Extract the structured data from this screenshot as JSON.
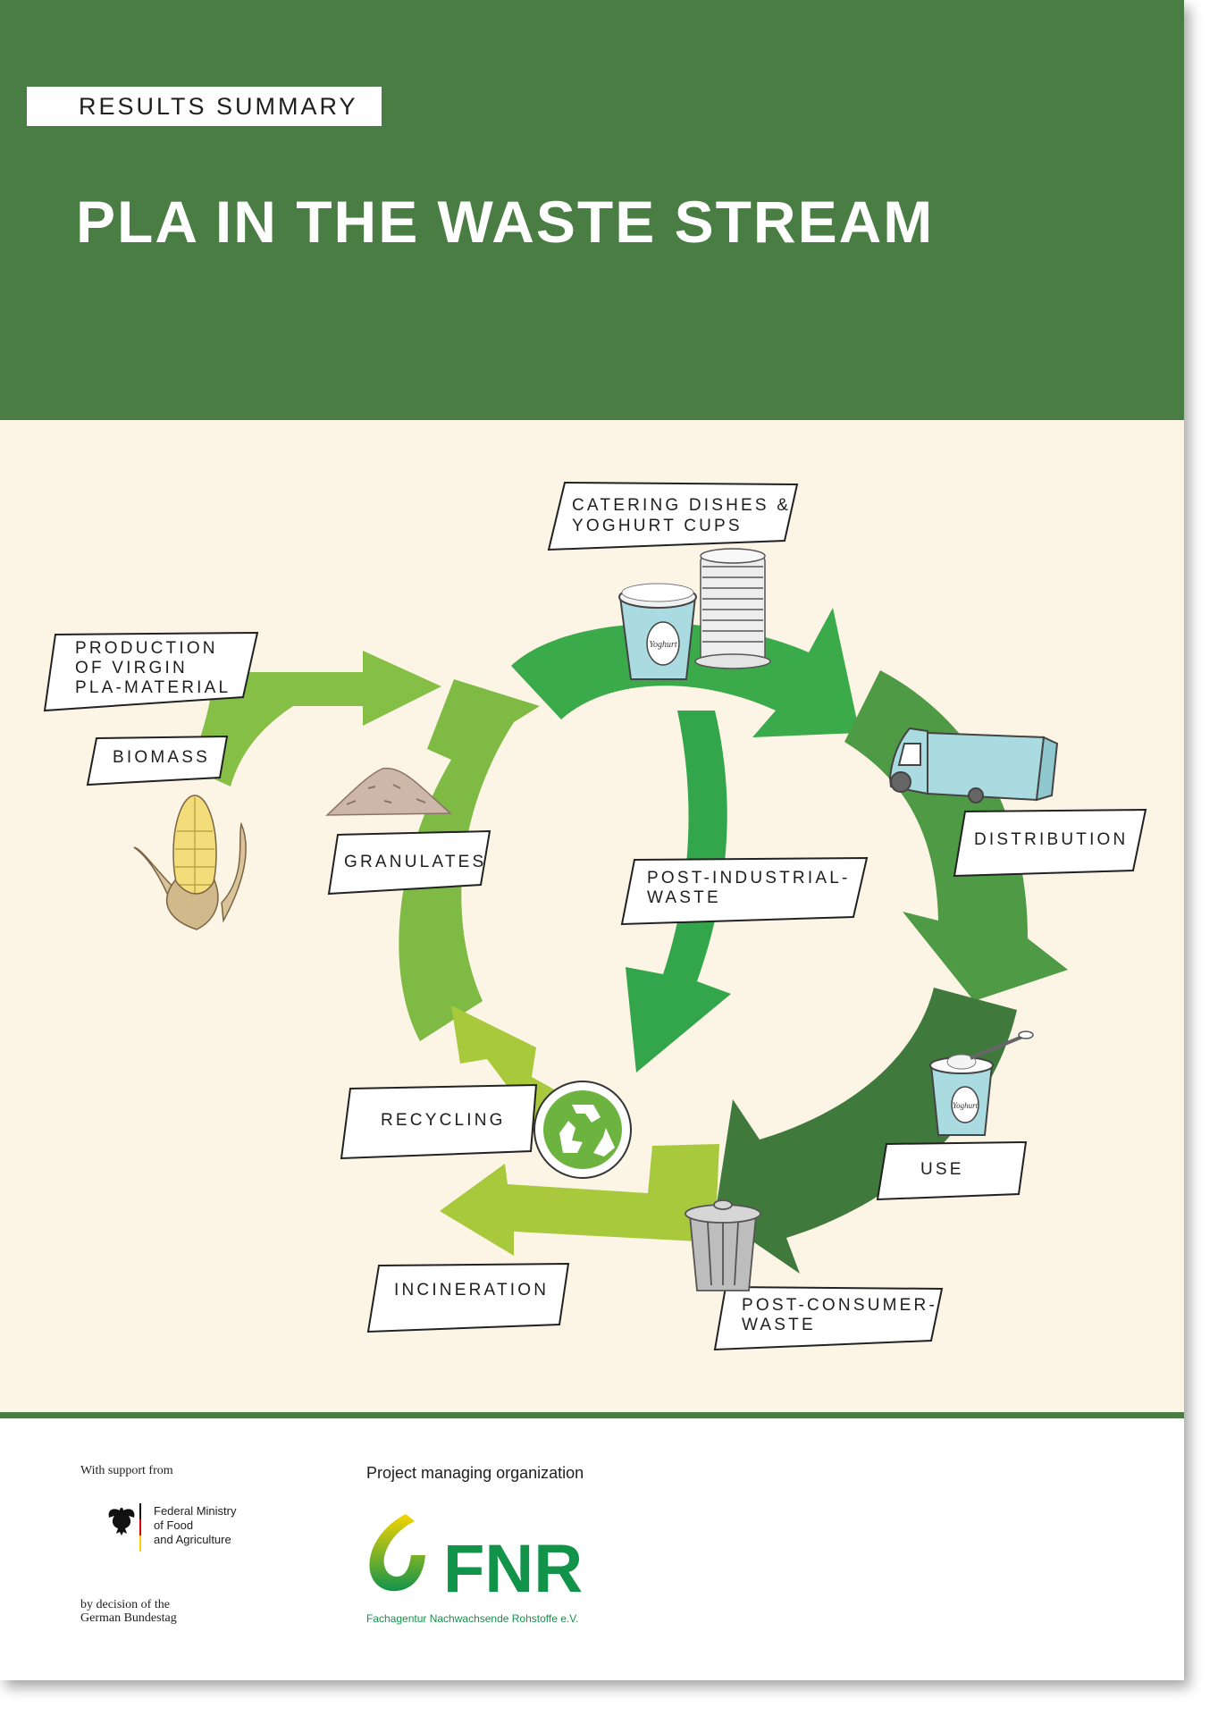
{
  "header": {
    "tag": "RESULTS SUMMARY",
    "title": "PLA IN THE WASTE STREAM"
  },
  "diagram": {
    "labels": {
      "catering_line1": "CATERING DISHES &",
      "catering_line2": "YOGHURT CUPS",
      "production_line1": "PRODUCTION",
      "production_line2": "OF VIRGIN",
      "production_line3": "PLA-MATERIAL",
      "biomass": "BIOMASS",
      "granulates": "GRANULATES",
      "distribution": "DISTRIBUTION",
      "post_industrial_line1": "POST-INDUSTRIAL-",
      "post_industrial_line2": "WASTE",
      "recycling": "RECYCLING",
      "use": "USE",
      "incineration": "INCINERATION",
      "post_consumer_line1": "POST-CONSUMER-",
      "post_consumer_line2": "WASTE",
      "cup_text": "Yoghurt"
    },
    "colors": {
      "header_green": "#4a7d43",
      "cream": "#fcf5e6",
      "arrow_top": "#3aaa4a",
      "arrow_right": "#4e9a45",
      "arrow_lower_right": "#3f7a3c",
      "arrow_bottom": "#a8c93c",
      "arrow_left": "#7fba45",
      "arrow_production": "#86bf45"
    }
  },
  "footer": {
    "support_label": "With support from",
    "ministry_line1": "Federal Ministry",
    "ministry_line2": "of Food",
    "ministry_line3": "and Agriculture",
    "decision_line1": "by decision of the",
    "decision_line2": "German Bundestag",
    "pmo_label": "Project managing organization",
    "fnr_logo_text": "FNR",
    "fnr_full_name": "Fachagentur Nachwachsende Rohstoffe e.V."
  }
}
